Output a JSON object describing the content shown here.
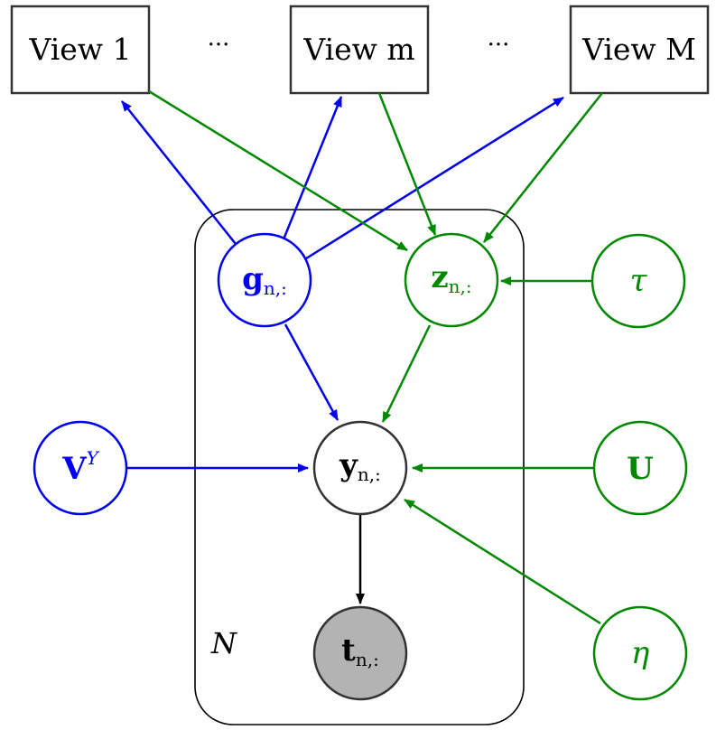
{
  "views": {
    "view_1": "View 1",
    "view_m": "View m",
    "view_M": "View M",
    "ellipsis_left": "···",
    "ellipsis_right": "···"
  },
  "plate": {
    "label": "N"
  },
  "nodes": {
    "g": {
      "symbol": "g",
      "subscript": "n,:"
    },
    "z": {
      "symbol": "z",
      "subscript": "n,:"
    },
    "tau": {
      "symbol": "τ"
    },
    "vy": {
      "symbol": "V",
      "superscript": "Y"
    },
    "y": {
      "symbol": "y",
      "subscript": "n,:"
    },
    "u": {
      "symbol": "U"
    },
    "t": {
      "symbol": "t",
      "subscript": "n,:"
    },
    "eta": {
      "symbol": "η"
    }
  },
  "colors": {
    "blue": "#0000ee",
    "green": "#008800",
    "black": "#000000",
    "observed_fill": "#b3b3b3"
  }
}
